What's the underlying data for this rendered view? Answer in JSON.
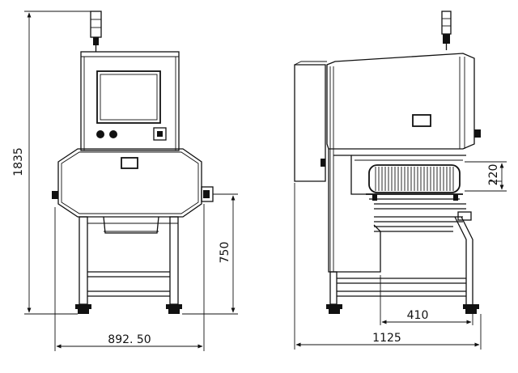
{
  "front_view": {
    "height_label": "1835",
    "width_label": "892. 50",
    "table_height_label": "750"
  },
  "side_view": {
    "length_label": "1125",
    "tunnel_height_label": "220",
    "conveyor_label": "410"
  },
  "colors": {
    "line": "#111111",
    "background": "#ffffff"
  }
}
